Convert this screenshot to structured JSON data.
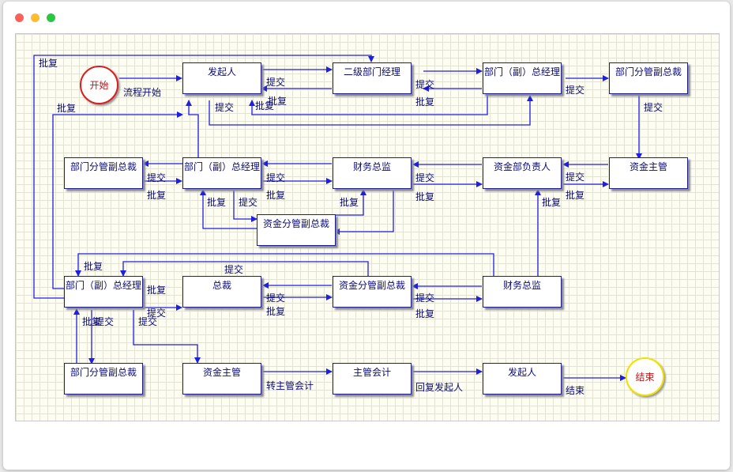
{
  "colors": {
    "line": "#1f1fe0",
    "box_border": "#1c1c8c",
    "text": "#0b0b75",
    "start_border": "#d62020",
    "end_border": "#f0e000",
    "circle_text": "#cc1111"
  },
  "window": {
    "controls": [
      "close",
      "minimize",
      "maximize"
    ]
  },
  "nodes": {
    "start": "开始",
    "end": "结束",
    "initiator_top": "发起人",
    "dept2_manager": "二级部门经理",
    "dept_gm_r1": "部门（副）总经理",
    "dept_vp_r1": "部门分管副总裁",
    "funds_supervisor_r2": "资金主管",
    "funds_head_r2": "资金部负责人",
    "finance_director_r2": "财务总监",
    "dept_gm_r2": "部门（副）总经理",
    "dept_vp_r2": "部门分管副总裁",
    "funds_vp_r2": "资金分管副总裁",
    "dept_gm_r3": "部门（副）总经理",
    "president": "总裁",
    "funds_vp_r3": "资金分管副总裁",
    "finance_director_r3": "财务总监",
    "dept_vp_r4": "部门分管副总裁",
    "funds_supervisor_r4": "资金主管",
    "chief_accountant": "主管会计",
    "initiator_bottom": "发起人"
  },
  "labels": {
    "flow_start": "流程开始",
    "reply_a": "批复",
    "reply_b": "批复",
    "submit_a": "提交",
    "reply_c": "批复",
    "submit_b": "提交",
    "reply_d": "批复",
    "submit_c": "提交",
    "submit_d": "提交",
    "submit_e": "提交",
    "reply_e": "批复",
    "submit_f": "提交",
    "reply_f": "批复",
    "reply_g": "批复",
    "submit_g": "提交",
    "reply_h": "批复",
    "reply_i": "批复",
    "submit_h": "提交",
    "reply_j": "批复",
    "reply_k": "批复",
    "submit_i": "提交",
    "reply_l": "批复",
    "reply_m": "批复",
    "submit_j": "提交",
    "reply_n": "批复",
    "submit_k": "提交",
    "reply_o": "批复",
    "submit_l": "提交",
    "reply_p": "批复",
    "reply_q": "批复",
    "submit_m": "提交",
    "submit_n": "提交",
    "transfer_supervisor_accounting": "转主管会计",
    "reply_initiator": "回复发起人",
    "finish": "结束"
  }
}
